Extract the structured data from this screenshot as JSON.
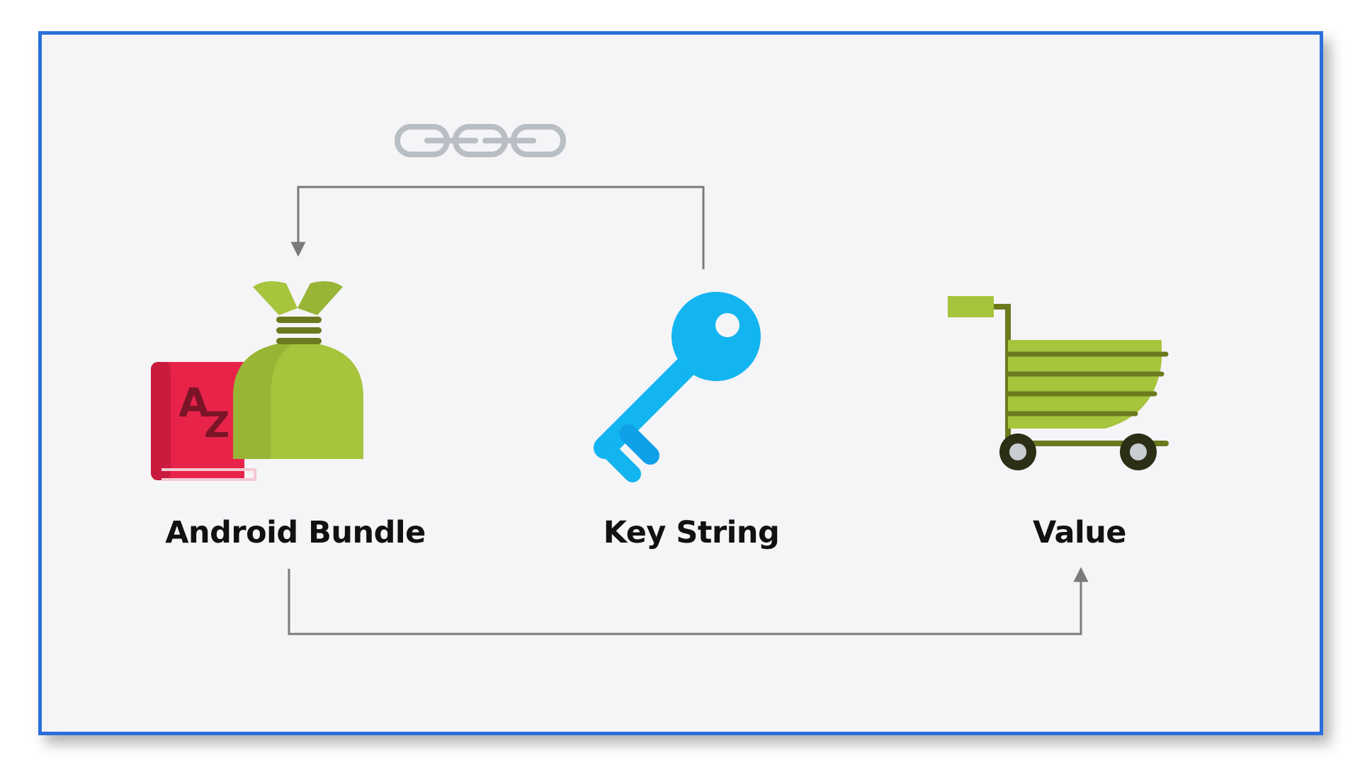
{
  "colors": {
    "frame_border": "#2a6fdb",
    "background": "#f5f4f7",
    "connector": "#7a7a7a",
    "chain": "#b8bec4",
    "book": "#e8234a",
    "bag": "#a6c43c",
    "key": "#12b5f0",
    "cart": "#6b7a1e"
  },
  "nodes": [
    {
      "id": "bundle",
      "label": "Android Bundle",
      "icon": "bag-with-dictionary-icon"
    },
    {
      "id": "key",
      "label": "Key String",
      "icon": "key-icon"
    },
    {
      "id": "value",
      "label": "Value",
      "icon": "shopping-cart-icon"
    }
  ],
  "book_letters": {
    "upper": "A",
    "lower": "Z"
  },
  "edges": [
    {
      "from": "key",
      "to": "bundle",
      "decoration": "chain-link-icon"
    },
    {
      "from": "bundle",
      "to": "value"
    }
  ]
}
